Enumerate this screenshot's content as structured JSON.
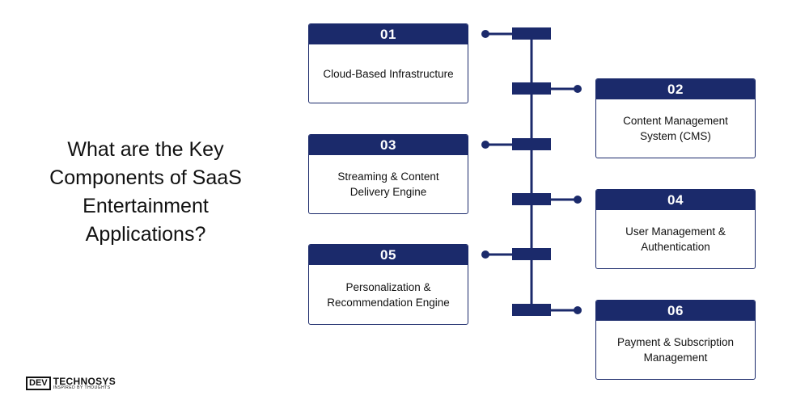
{
  "title": "What are the Key Components of SaaS Entertainment Applications?",
  "colors": {
    "primary": "#1b2a6b",
    "text": "#111111",
    "background": "#ffffff"
  },
  "components": [
    {
      "number": "01",
      "label": "Cloud-Based Infrastructure",
      "side": "left"
    },
    {
      "number": "02",
      "label": "Content Management System (CMS)",
      "side": "right"
    },
    {
      "number": "03",
      "label": "Streaming & Content Delivery Engine",
      "side": "left"
    },
    {
      "number": "04",
      "label": "User Management & Authentication",
      "side": "right"
    },
    {
      "number": "05",
      "label": "Personalization & Recommendation Engine",
      "side": "left"
    },
    {
      "number": "06",
      "label": "Payment & Subscription Management",
      "side": "right"
    }
  ],
  "logo": {
    "brand_left": "DEV",
    "brand_right": "TECHNOSYS",
    "tagline": "INSPIRED BY THOUGHTS",
    "icon": "gear-icon"
  }
}
